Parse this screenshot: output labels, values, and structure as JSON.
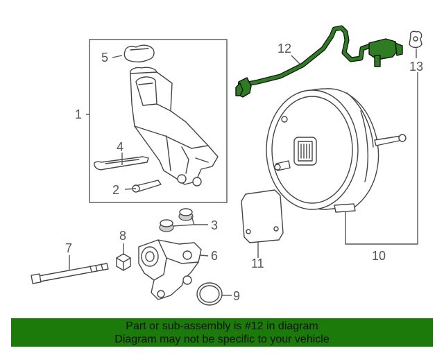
{
  "callouts": {
    "c1": "1",
    "c2": "2",
    "c3": "3",
    "c4": "4",
    "c5": "5",
    "c6": "6",
    "c7": "7",
    "c8": "8",
    "c9": "9",
    "c10": "10",
    "c11": "11",
    "c12": "12",
    "c13": "13"
  },
  "banner": {
    "line1": "Part or sub-assembly is #12 in diagram",
    "line2": "Diagram may not be specific to your vehicle"
  },
  "colors": {
    "highlight": "#2e7d22",
    "banner_bg": "#1b7a0a"
  }
}
